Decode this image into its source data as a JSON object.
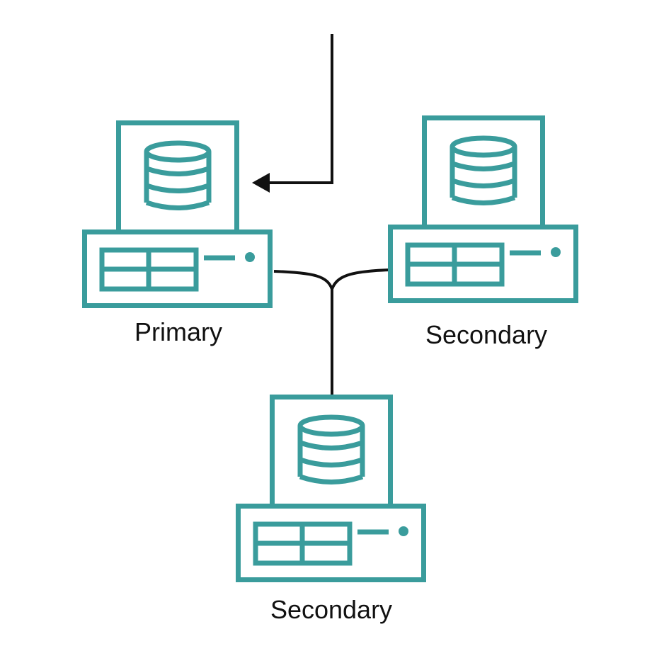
{
  "colors": {
    "server": "#3a9c9c",
    "connector": "#111111",
    "background": "#ffffff"
  },
  "nodes": [
    {
      "id": "primary",
      "label": "Primary",
      "icon": "database-server-icon"
    },
    {
      "id": "secondary-right",
      "label": "Secondary",
      "icon": "database-server-icon"
    },
    {
      "id": "secondary-bottom",
      "label": "Secondary",
      "icon": "database-server-icon"
    }
  ],
  "edges": [
    {
      "from": "client",
      "to": "primary",
      "type": "arrow"
    },
    {
      "from": "primary",
      "to": "secondary-right",
      "type": "line"
    },
    {
      "from": "primary",
      "to": "secondary-bottom",
      "type": "line"
    }
  ]
}
